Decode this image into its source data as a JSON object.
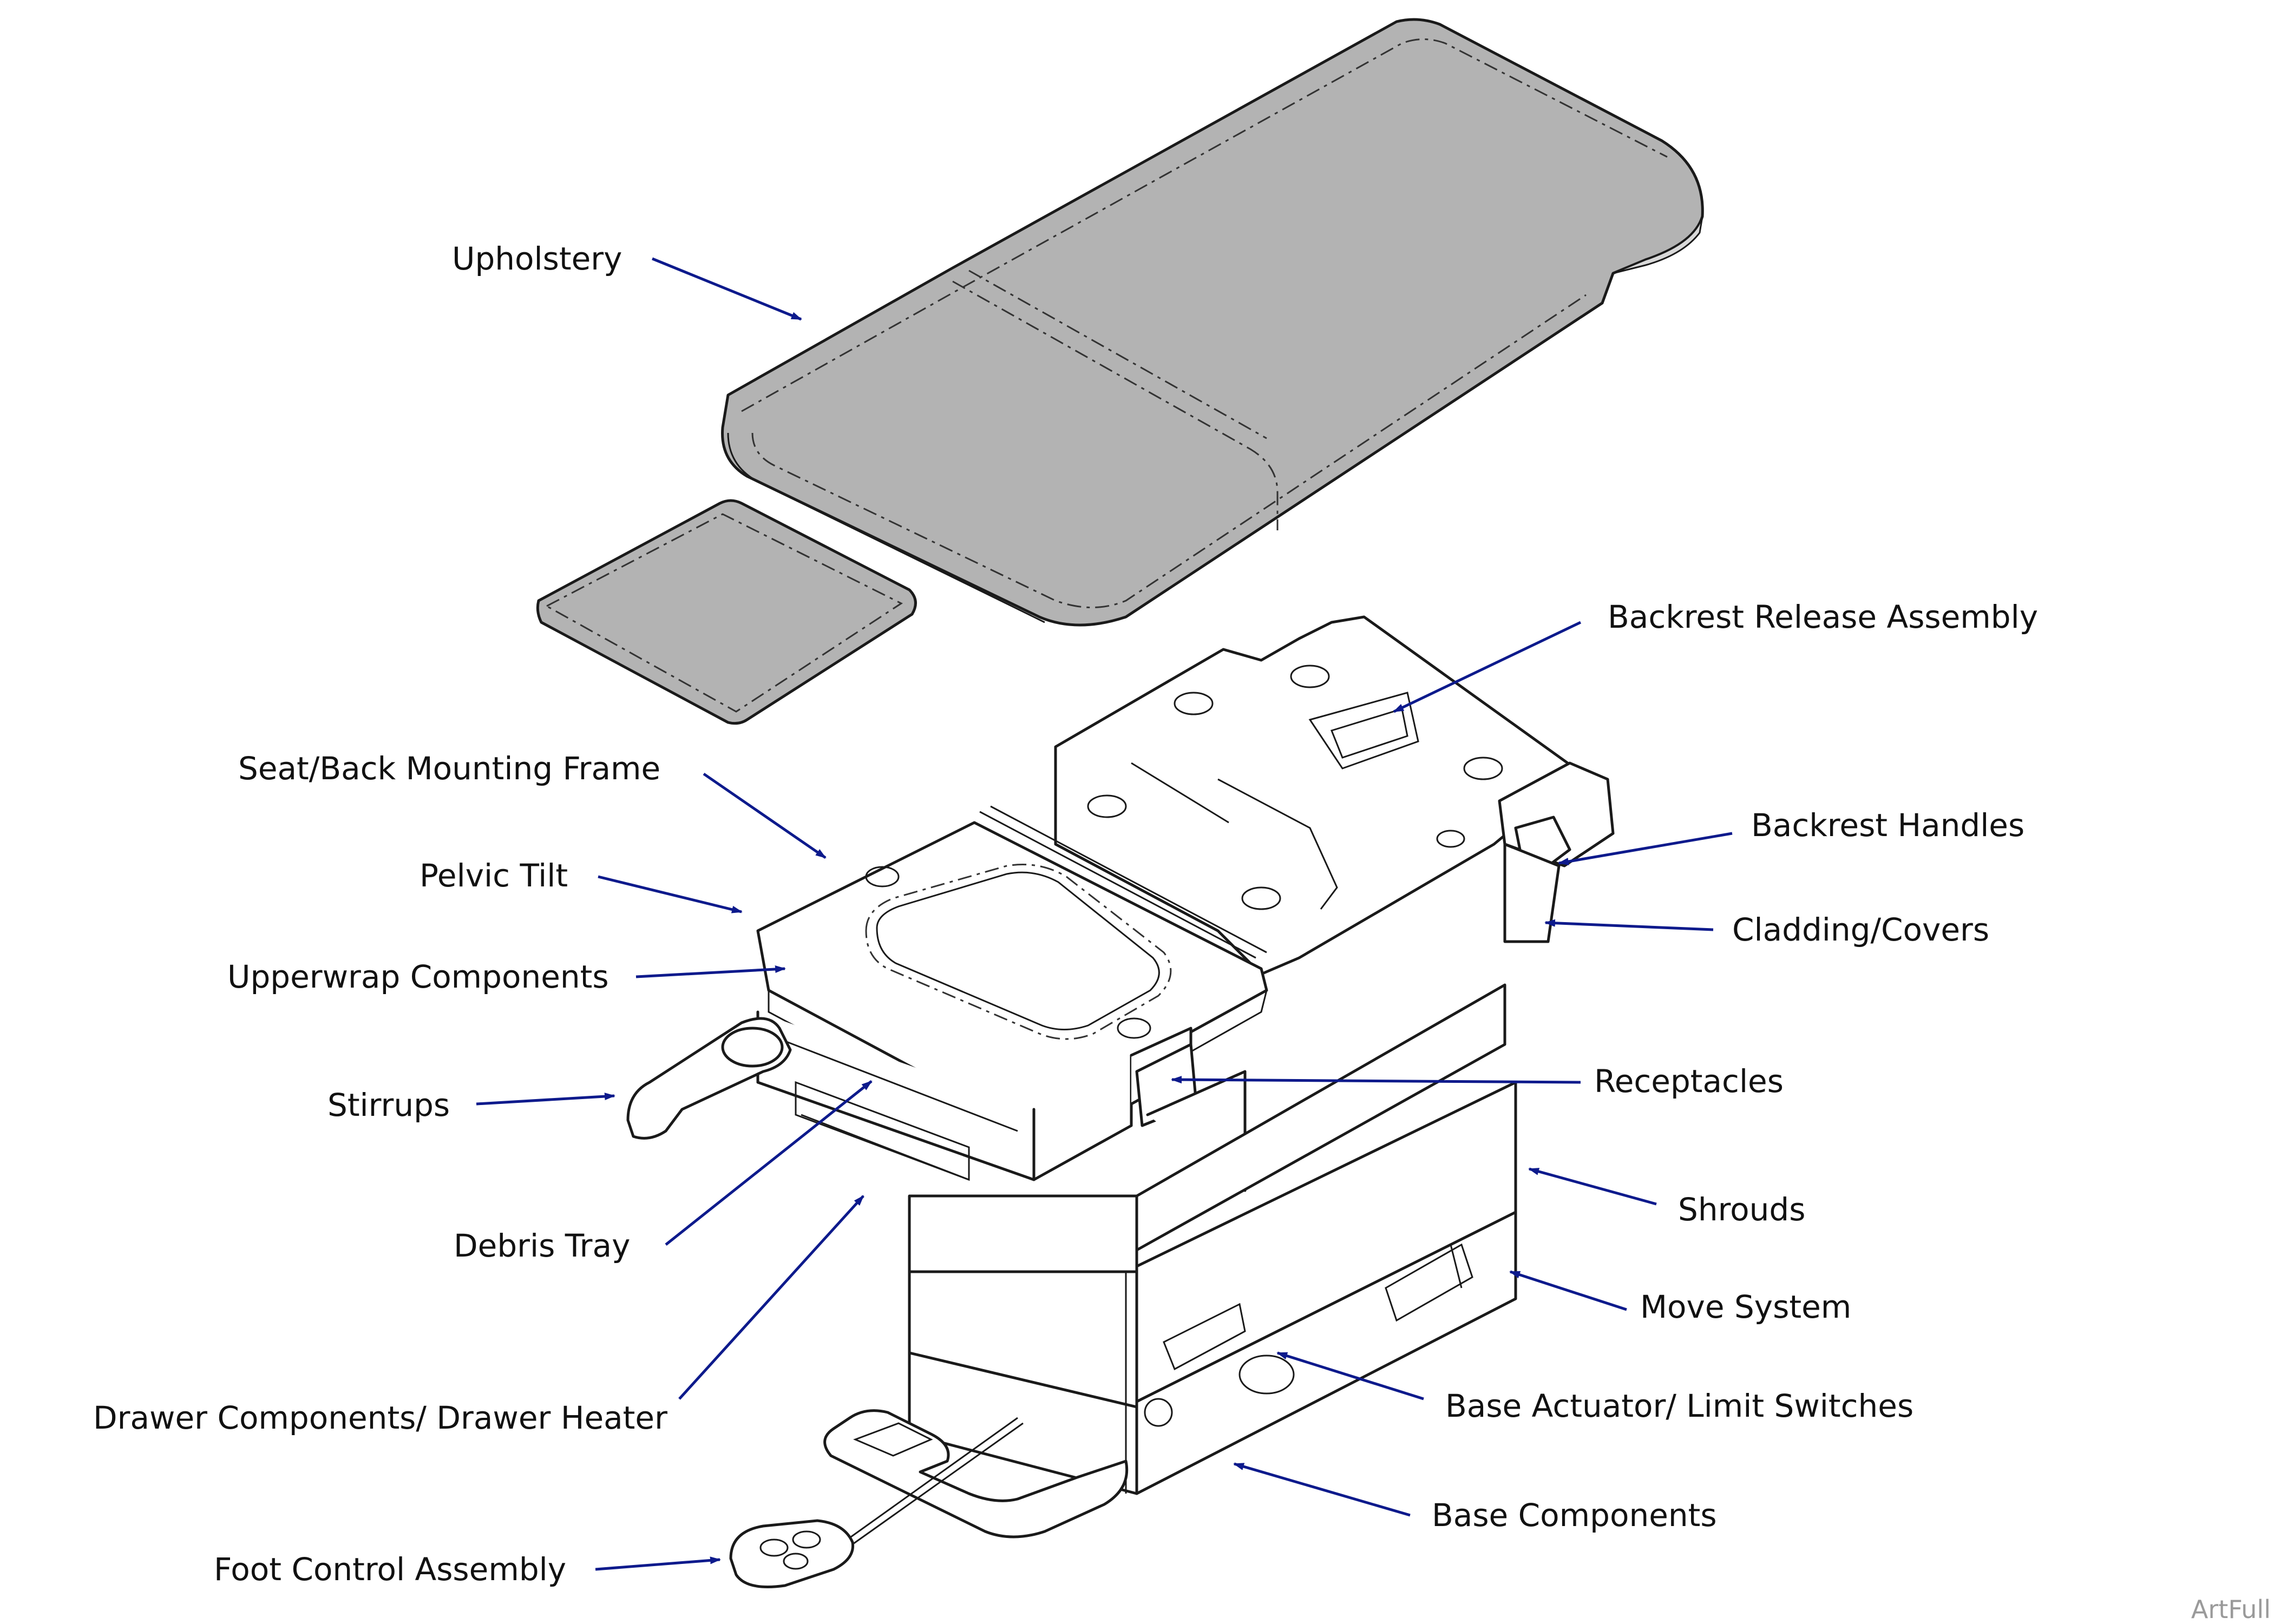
{
  "colors": {
    "leader": "#0d1a8c",
    "upholstery": "#b3b3b3",
    "outline": "#1a1a1a",
    "watermark": "#9a9a9a"
  },
  "watermark": "ArtFull",
  "labels": [
    {
      "id": "upholstery",
      "text": "Upholstery"
    },
    {
      "id": "backrest-release-assembly",
      "text": "Backrest Release Assembly"
    },
    {
      "id": "seat-back-mounting-frame",
      "text": "Seat/Back Mounting Frame"
    },
    {
      "id": "pelvic-tilt",
      "text": "Pelvic Tilt"
    },
    {
      "id": "backrest-handles",
      "text": "Backrest Handles"
    },
    {
      "id": "cladding-covers",
      "text": "Cladding/Covers"
    },
    {
      "id": "upperwrap-components",
      "text": "Upperwrap Components"
    },
    {
      "id": "receptacles",
      "text": "Receptacles"
    },
    {
      "id": "stirrups",
      "text": "Stirrups"
    },
    {
      "id": "shrouds",
      "text": "Shrouds"
    },
    {
      "id": "debris-tray",
      "text": "Debris Tray"
    },
    {
      "id": "move-system",
      "text": "Move System"
    },
    {
      "id": "base-actuator-limit-switches",
      "text": "Base Actuator/ Limit Switches"
    },
    {
      "id": "drawer-components-drawer-heater",
      "text": "Drawer Components/ Drawer Heater"
    },
    {
      "id": "base-components",
      "text": "Base Components"
    },
    {
      "id": "foot-control-assembly",
      "text": "Foot Control Assembly"
    }
  ]
}
